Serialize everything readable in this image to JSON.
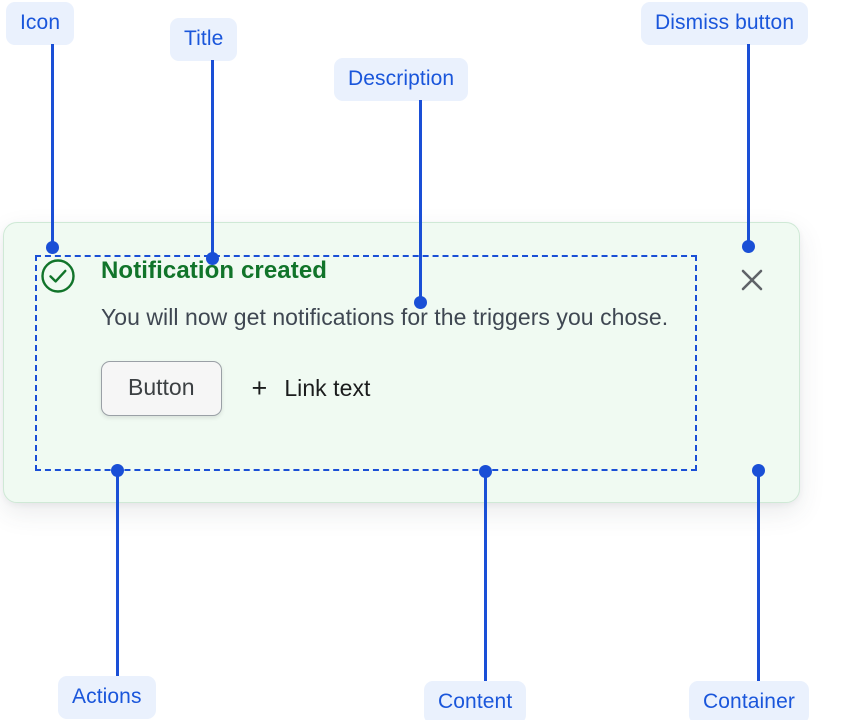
{
  "notification": {
    "icon_name": "success-check-circle-icon",
    "title": "Notification created",
    "description": "You will now get notifications for the triggers you chose.",
    "button_label": "Button",
    "link_plus_glyph": "+",
    "link_label": "Link text",
    "dismiss_icon_name": "close-icon",
    "colors": {
      "container_background": "#f0faf2",
      "container_border": "#cfe9d6",
      "icon": "#11742a",
      "title": "#11742a",
      "description": "#3f4752",
      "button_background": "#f6f6f6",
      "button_border": "#9aa0a6",
      "link": "#1b1c1d",
      "dismiss": "#5f6368"
    }
  },
  "annotations": {
    "accent_color": "#1a4fd6",
    "badge_background": "#eaf1fd",
    "badge_text_color": "#1a56db",
    "items": [
      {
        "id": "icon",
        "label": "Icon"
      },
      {
        "id": "title",
        "label": "Title"
      },
      {
        "id": "description",
        "label": "Description"
      },
      {
        "id": "dismiss-button",
        "label": "Dismiss button"
      },
      {
        "id": "actions",
        "label": "Actions"
      },
      {
        "id": "content",
        "label": "Content"
      },
      {
        "id": "container",
        "label": "Container"
      }
    ]
  }
}
